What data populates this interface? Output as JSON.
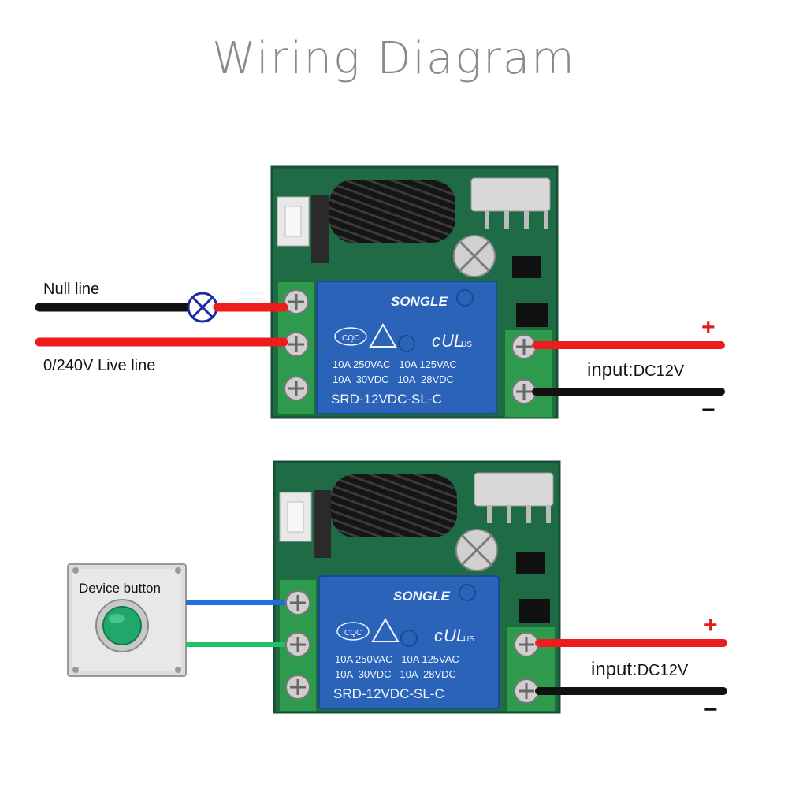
{
  "title": "Wiring Diagram",
  "colors": {
    "pcb": "#1f6b45",
    "relay": "#2a63b8",
    "terminal": "#2d9a4e",
    "live_wire": "#ee1c1c",
    "null_wire": "#111111",
    "signal_wire_1": "#1f6fe0",
    "signal_wire_2": "#22c06a",
    "plus_sign": "#e41b1b",
    "title": "#8a8a8a"
  },
  "diagram_top": {
    "null_line_label": "Null line",
    "live_line_label": "0/240V Live line",
    "input_label_main": "input:",
    "input_label_sub": "DC12V",
    "plus": "+",
    "minus": "−",
    "relay": {
      "brand": "SONGLE",
      "cert_left": "CQC",
      "cert_right": "US",
      "spec_1": "10A 250VAC   10A 125VAC",
      "spec_2": "10A  30VDC   10A  28VDC",
      "model": "SRD-12VDC-SL-C"
    }
  },
  "diagram_bottom": {
    "device_button_label": "Device button",
    "input_label_main": "input:",
    "input_label_sub": "DC12V",
    "plus": "+",
    "minus": "−",
    "relay": {
      "brand": "SONGLE",
      "cert_left": "CQC",
      "cert_right": "US",
      "spec_1": "10A 250VAC   10A 125VAC",
      "spec_2": "10A  30VDC   10A  28VDC",
      "model": "SRD-12VDC-SL-C"
    }
  }
}
